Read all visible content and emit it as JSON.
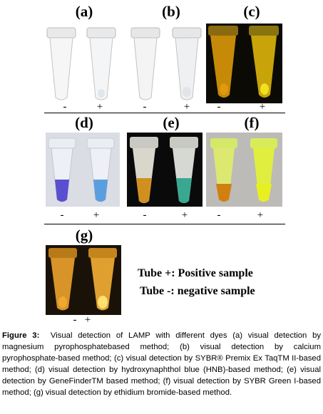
{
  "panels": [
    {
      "label": "(a)",
      "minus": "-",
      "plus": "+"
    },
    {
      "label": "(b)",
      "minus": "-",
      "plus": "+"
    },
    {
      "label": "(c)",
      "minus": "-",
      "plus": "+"
    },
    {
      "label": "(d)",
      "minus": "-",
      "plus": "+"
    },
    {
      "label": "(e)",
      "minus": "-",
      "plus": "+"
    },
    {
      "label": "(f)",
      "minus": "-",
      "plus": "+"
    },
    {
      "label": "(g)",
      "minus": "-",
      "plus": "+"
    }
  ],
  "legend": {
    "positive": "Tube +: Positive sample",
    "negative": "Tube -: negative sample"
  },
  "caption": {
    "label": "Figure 3:",
    "text": "Visual detection of LAMP with different dyes (a) visual detection by magnesium pyrophosphatebased method; (b) visual detection by calcium pyrophosphate-based method; (c) visual detection by SYBR® Premix Ex TaqTM II-based method; (d) visual detection by hydroxynaphthol blue (HNB)-based method; (e) visual detection by GeneFinderTM based method; (f) visual detection by SYBR Green I-based method; (g) visual detection by ethidium bromide-based method."
  }
}
